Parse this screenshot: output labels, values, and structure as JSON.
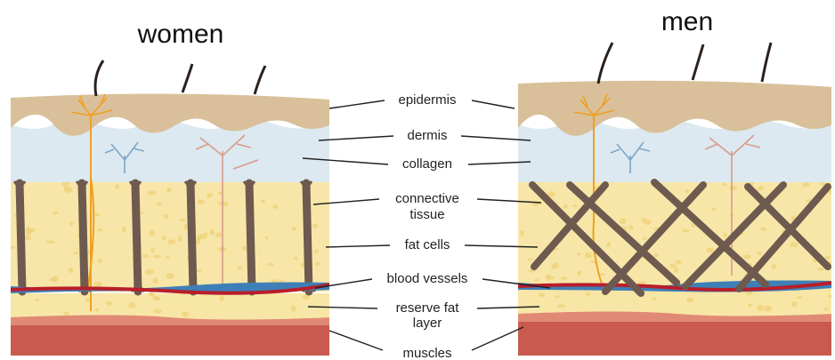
{
  "titles": {
    "left": "women",
    "right": "men"
  },
  "labels": {
    "epidermis": "epidermis",
    "dermis": "dermis",
    "collagen": "collagen",
    "connective_line1": "connective",
    "connective_line2": "tissue",
    "fat_cells": "fat cells",
    "blood_vessels": "blood vessels",
    "reserve_line1": "reserve fat",
    "reserve_line2": "layer",
    "muscles": "muscles"
  },
  "colors": {
    "epidermis": "#d9c09a",
    "dermis": "#dce9f0",
    "fat": "#f7e6a8",
    "fat_dots": "#efd27a",
    "reserve_fat": "#f8e6a6",
    "muscle": "#c95a4e",
    "muscle_top": "#e08a75",
    "artery": "#b81e2a",
    "vein": "#3f7fb7",
    "nerve": "#f0a020",
    "connective": "#6e5a4e",
    "hair": "#2b211b"
  }
}
